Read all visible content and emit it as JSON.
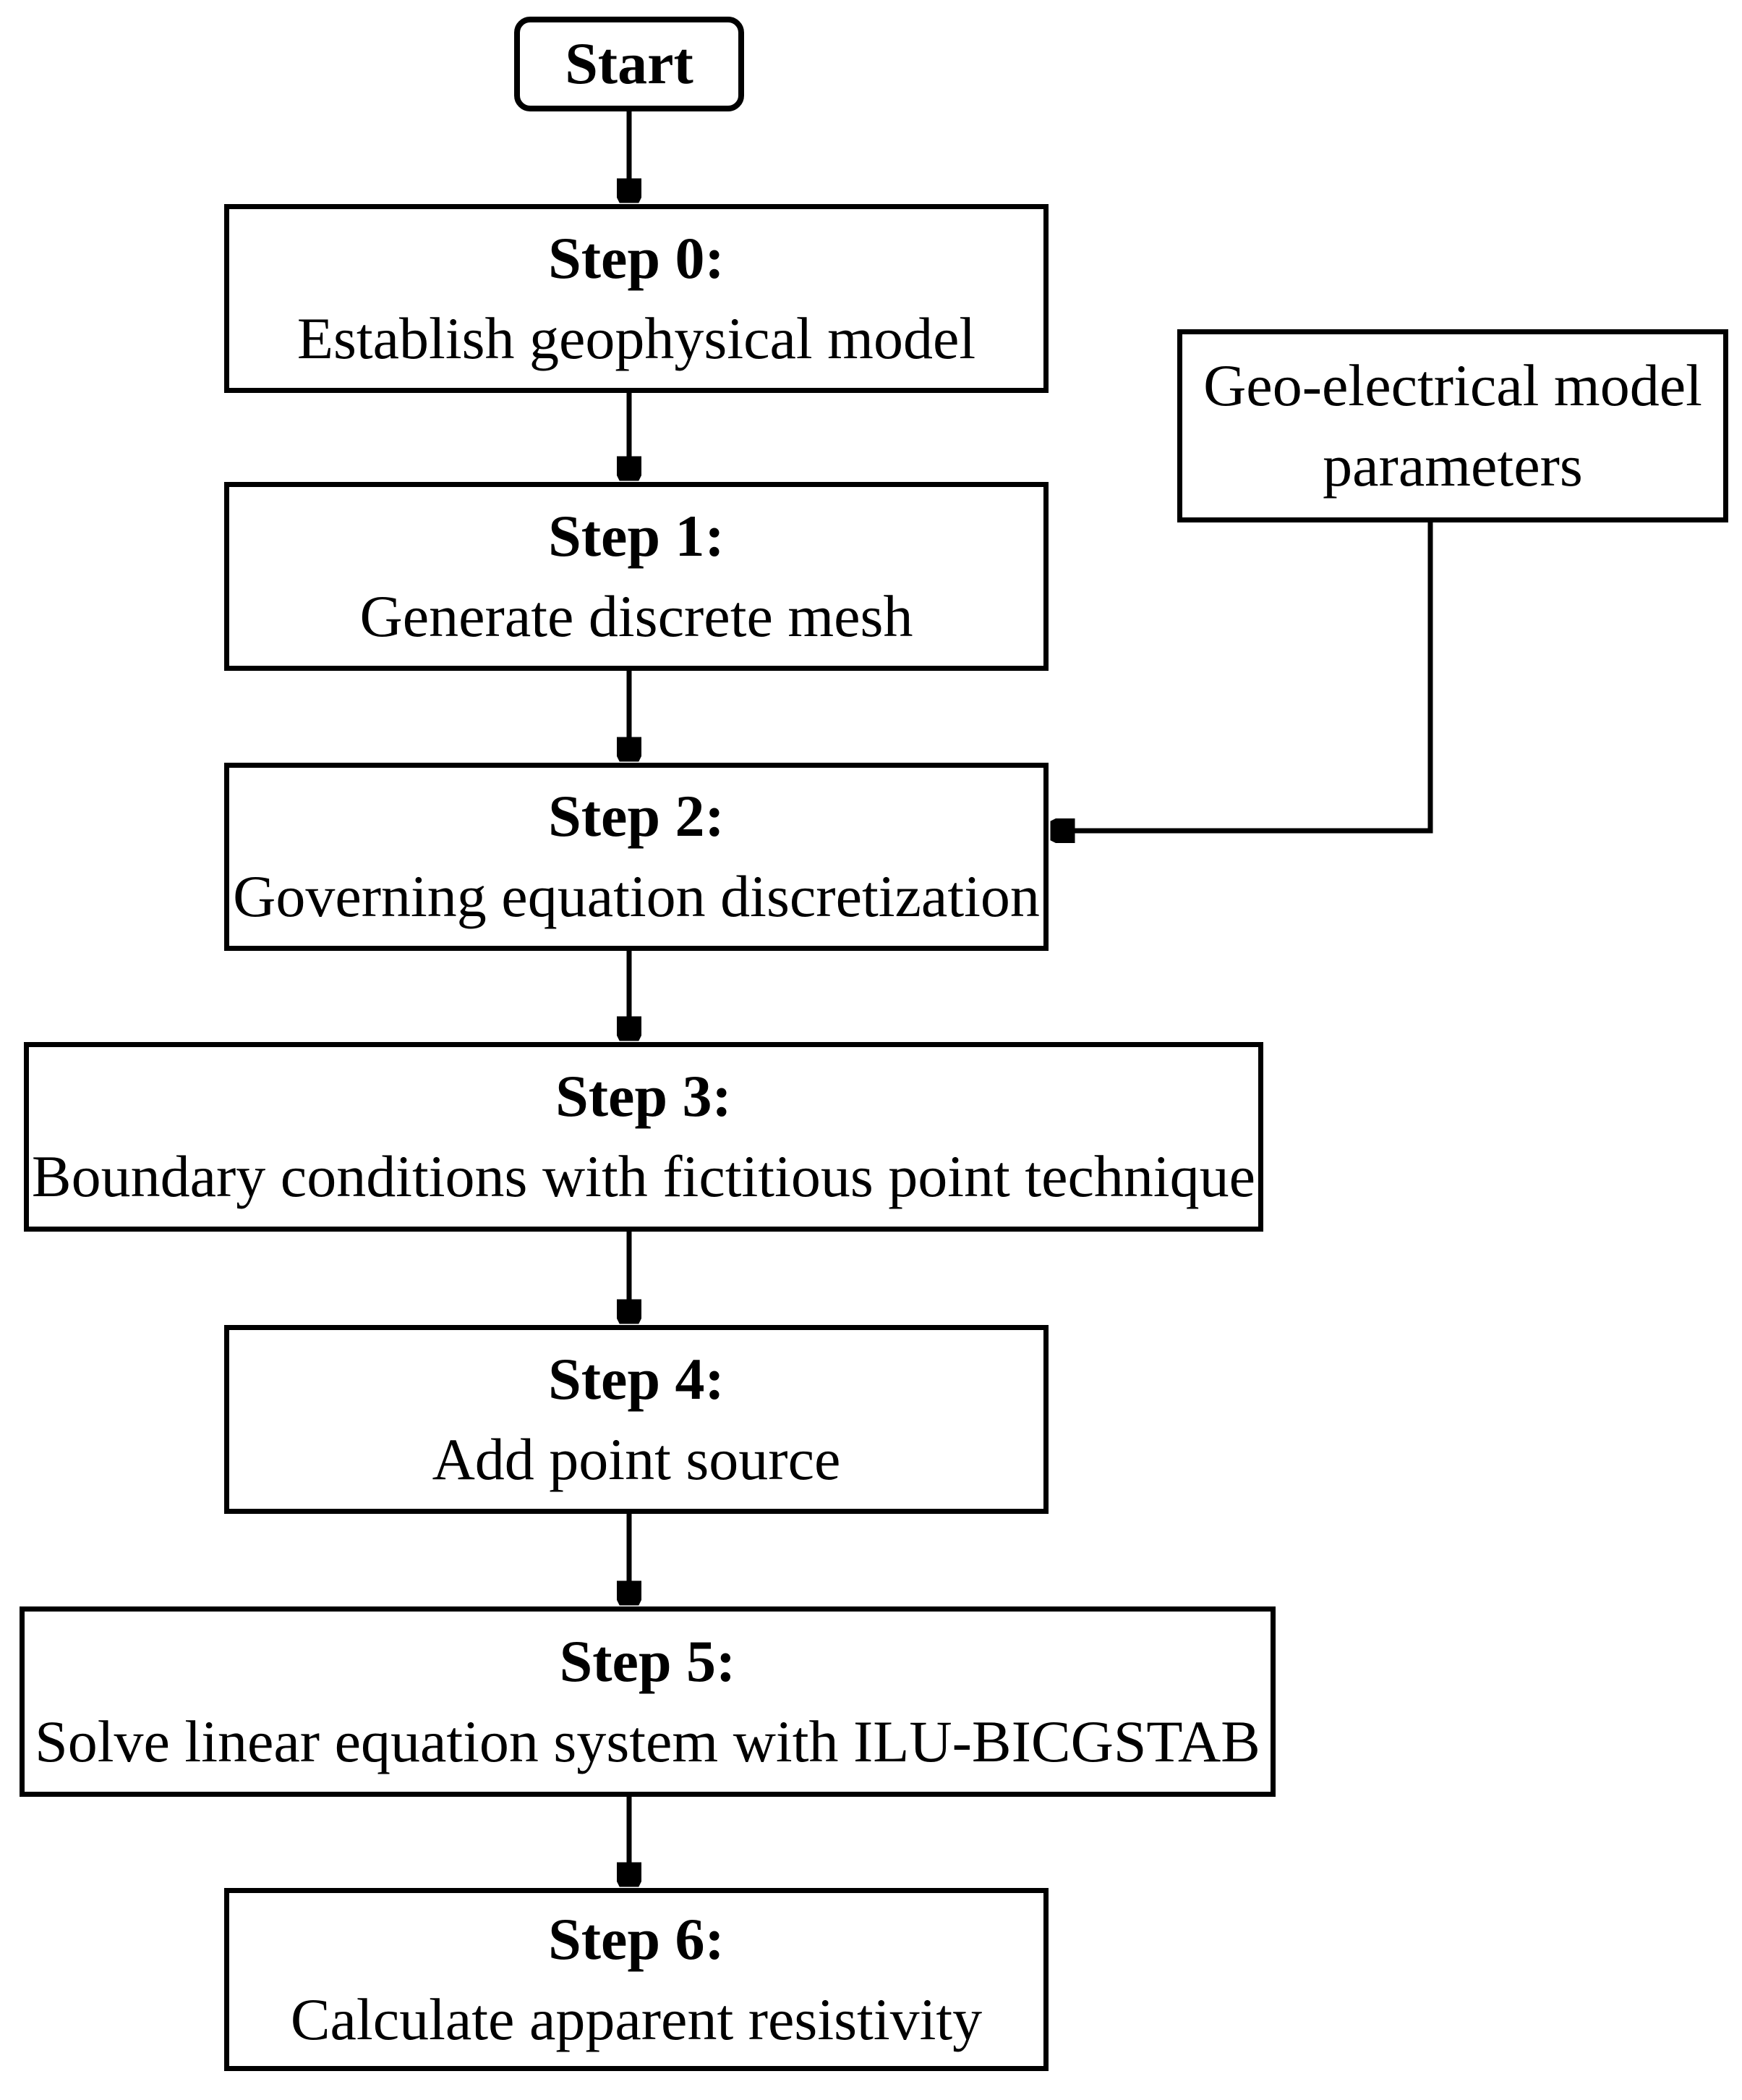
{
  "flowchart": {
    "start": {
      "label": "Start"
    },
    "steps": [
      {
        "title": "Step 0:",
        "description": "Establish geophysical model"
      },
      {
        "title": "Step 1:",
        "description": "Generate discrete mesh"
      },
      {
        "title": "Step 2:",
        "description": "Governing equation discretization"
      },
      {
        "title": "Step 3:",
        "description": "Boundary conditions with fictitious point technique"
      },
      {
        "title": "Step 4:",
        "description": "Add point source"
      },
      {
        "title": "Step 5:",
        "description": "Solve linear equation system with ILU-BICGSTAB"
      },
      {
        "title": "Step 6:",
        "description": "Calculate apparent resistivity"
      }
    ],
    "side_input": {
      "line1": "Geo-electrical model",
      "line2": "parameters"
    },
    "colors": {
      "background": "#ffffff",
      "line": "#000000",
      "text": "#000000"
    }
  }
}
